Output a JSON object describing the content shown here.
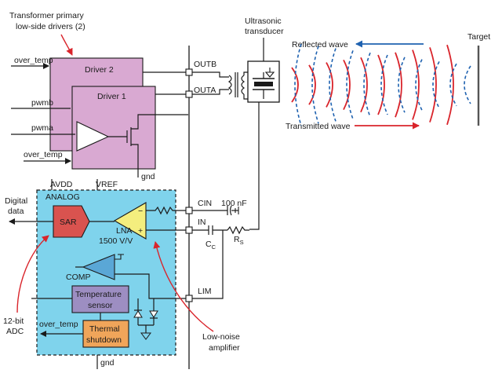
{
  "labels": {
    "transformer_title_1": "Transformer primary",
    "transformer_title_2": "low-side drivers (2)",
    "ultrasonic_1": "Ultrasonic",
    "ultrasonic_2": "transducer",
    "reflected_wave": "Reflected wave",
    "transmitted_wave": "Transmitted wave",
    "target": "Target",
    "driver2": "Driver 2",
    "driver1": "Driver 1",
    "over_temp_top": "over_temp",
    "pwmb": "pwmb",
    "pwma": "pwma",
    "over_temp_mid": "over_temp",
    "gnd_driver": "gnd",
    "outb": "OUTB",
    "outa": "OUTA",
    "avdd": "AVDD",
    "vref": "VREF",
    "analog": "ANALOG",
    "digital_1": "Digital",
    "digital_2": "data",
    "sar": "SAR",
    "lna": "LNA",
    "lna_gain": "1500 V/V",
    "minus": "−",
    "plus": "+",
    "cin": "CIN",
    "cap_100nf": "100 nF",
    "in_pin": "IN",
    "cc": "C",
    "cc_sub": "C",
    "rs": "R",
    "rs_sub": "S",
    "comp": "COMP",
    "temp_sensor_1": "Temperature",
    "temp_sensor_2": "sensor",
    "lim": "LIM",
    "adc_1": "12-bit",
    "adc_2": "ADC",
    "over_temp_out": "over_temp",
    "thermal_1": "Thermal",
    "thermal_2": "shutdown",
    "low_noise_1": "Low-noise",
    "low_noise_2": "amplifier",
    "gnd_bottom": "gnd"
  },
  "colors": {
    "driver_fill": "#d9a9d2",
    "analog_fill": "#7fd3ec",
    "sar_fill": "#d9534f",
    "lna_fill": "#f4ee7e",
    "comp_fill": "#5aa7d6",
    "temp_sensor_fill": "#9d8ec2",
    "thermal_fill": "#f0a55a",
    "wave_red": "#d9242b",
    "wave_blue": "#1f62b0",
    "annotation_red": "#d9242b"
  }
}
